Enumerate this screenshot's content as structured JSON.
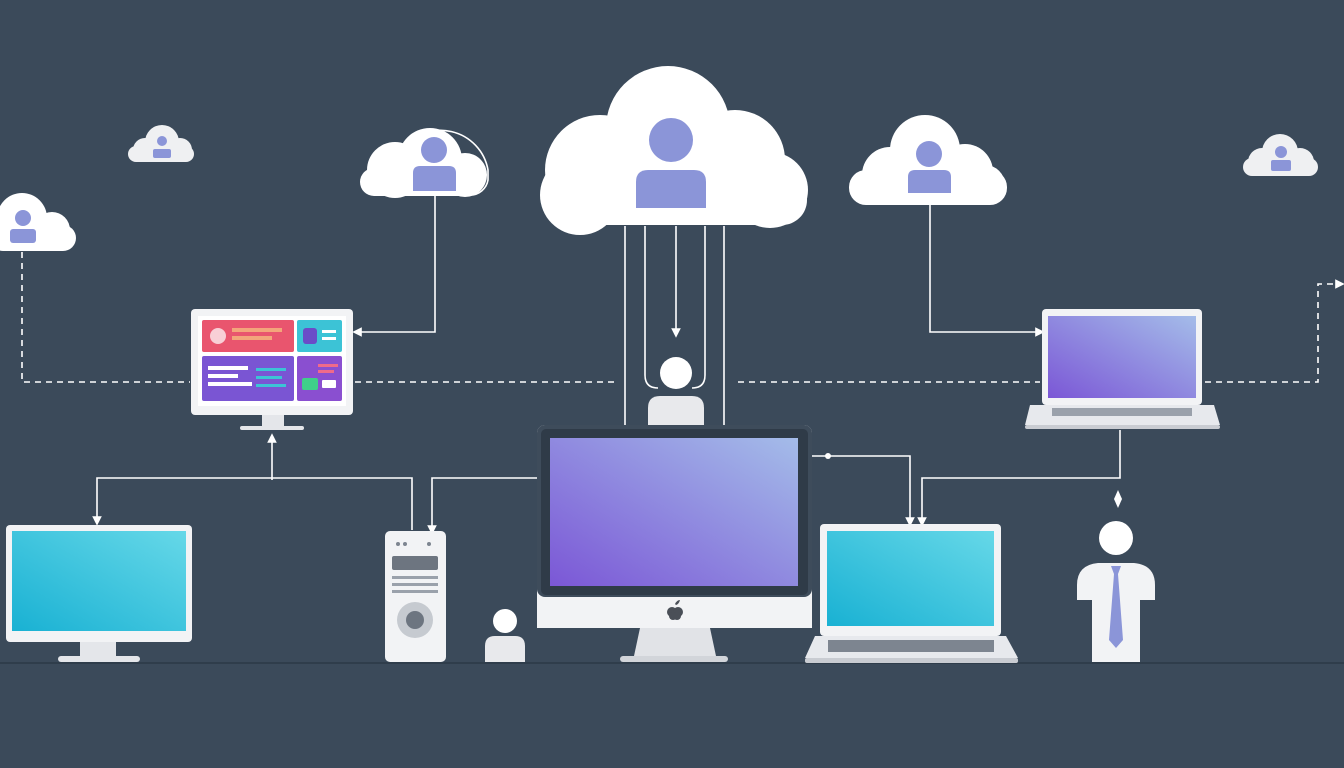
{
  "colors": {
    "background": "#3b4a5a",
    "connector": "#ffffff",
    "cloud": "#ffffff",
    "user_icon": "#8b95d8",
    "device_frame": "#f2f3f5",
    "screen_purple_start": "#7b57d6",
    "screen_purple_end": "#9fb7e8",
    "screen_cyan_start": "#1db6d6",
    "screen_cyan_end": "#5fd4e6",
    "floor_line": "#2f3d4b"
  },
  "nodes": {
    "clouds": [
      {
        "name": "cloud-large-center",
        "icon": "user-icon"
      },
      {
        "name": "cloud-left-mid",
        "icon": "user-icon"
      },
      {
        "name": "cloud-right-mid",
        "icon": "user-icon"
      },
      {
        "name": "cloud-small-left",
        "icon": "user-icon"
      },
      {
        "name": "cloud-small-far-left",
        "icon": "user-icon"
      },
      {
        "name": "cloud-small-right",
        "icon": "user-icon"
      }
    ],
    "devices": [
      {
        "name": "dashboard-monitor",
        "icon": "monitor-icon"
      },
      {
        "name": "laptop-top-right",
        "icon": "laptop-icon"
      },
      {
        "name": "imac-center",
        "icon": "imac-icon",
        "logo": "apple-logo-icon"
      },
      {
        "name": "monitor-left",
        "icon": "monitor-icon"
      },
      {
        "name": "server-tower",
        "icon": "server-icon"
      },
      {
        "name": "laptop-bottom-right",
        "icon": "laptop-icon"
      }
    ],
    "people": [
      {
        "name": "person-center-top",
        "icon": "person-icon"
      },
      {
        "name": "person-small-bottom",
        "icon": "person-icon"
      },
      {
        "name": "person-businessman",
        "icon": "businessman-icon"
      }
    ]
  }
}
